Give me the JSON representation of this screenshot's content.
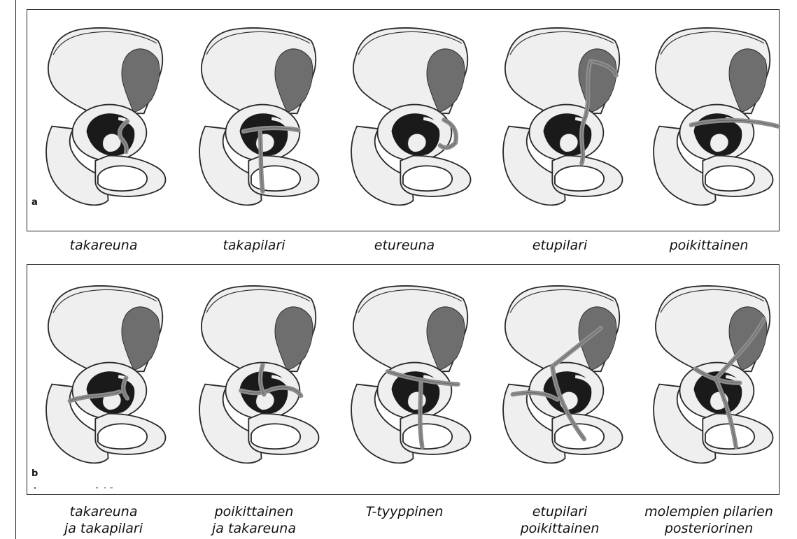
{
  "panels": [
    {
      "letter": "a",
      "items": [
        {
          "caption": [
            "takareuna"
          ],
          "fracture": "posterior-wall"
        },
        {
          "caption": [
            "takapilari"
          ],
          "fracture": "posterior-column"
        },
        {
          "caption": [
            "etureuna"
          ],
          "fracture": "anterior-wall"
        },
        {
          "caption": [
            "etupilari"
          ],
          "fracture": "anterior-column"
        },
        {
          "caption": [
            "poikittainen"
          ],
          "fracture": "transverse"
        }
      ]
    },
    {
      "letter": "b",
      "items": [
        {
          "caption": [
            "takareuna",
            "ja takapilari"
          ],
          "fracture": "posterior-column-wall"
        },
        {
          "caption": [
            "poikittainen",
            "ja takareuna"
          ],
          "fracture": "transverse-posterior-wall"
        },
        {
          "caption": [
            "T-tyyppinen"
          ],
          "fracture": "t-type"
        },
        {
          "caption": [
            "etupilari",
            "poikittainen"
          ],
          "fracture": "anterior-posterior-hemitransverse"
        },
        {
          "caption": [
            "molempien pilarien",
            "posteriorinen"
          ],
          "fracture": "both-column"
        }
      ]
    }
  ],
  "colors": {
    "bone_fill": "#efefef",
    "bone_outline": "#2a2a2a",
    "shadow": "#6e6e6e",
    "socket": "#1a1a1a",
    "fracture": "#8c8c8c",
    "border": "#222222"
  }
}
